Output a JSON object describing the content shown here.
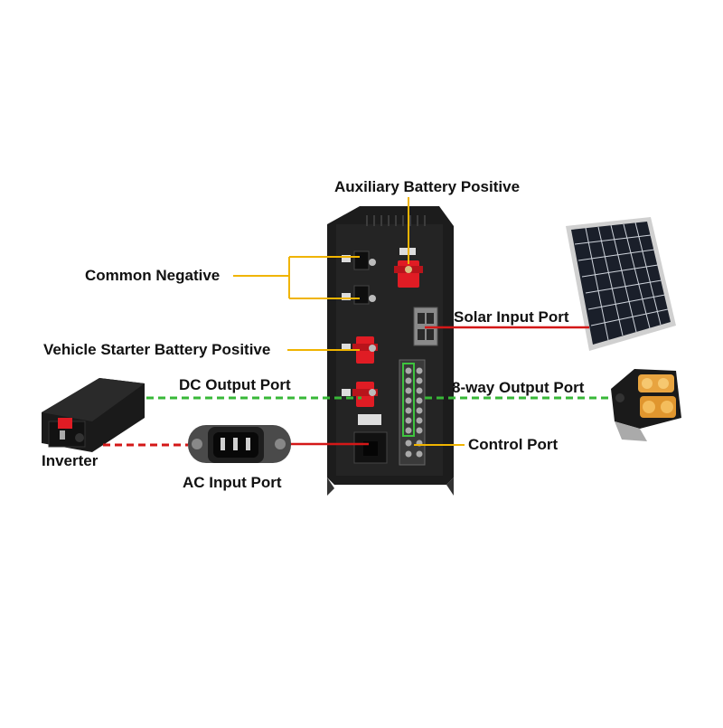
{
  "labels": {
    "aux_battery_positive": "Auxiliary Battery Positive",
    "common_negative": "Common Negative",
    "vehicle_starter_battery_positive": "Vehicle Starter Battery Positive",
    "dc_output_port": "DC Output Port",
    "inverter": "Inverter",
    "ac_input_port": "AC Input Port",
    "solar_input_port": "Solar Input Port",
    "eight_way_output_port": "8-way Output Port",
    "control_port": "Control Port"
  },
  "colors": {
    "label_leader": "#f0b400",
    "solar_line": "#d41818",
    "ac_line": "#d41818",
    "dc_line": "#38b838",
    "eight_way_line": "#38b838",
    "enclosure": "#1c1c1c",
    "terminal_red": "#e01c24"
  }
}
